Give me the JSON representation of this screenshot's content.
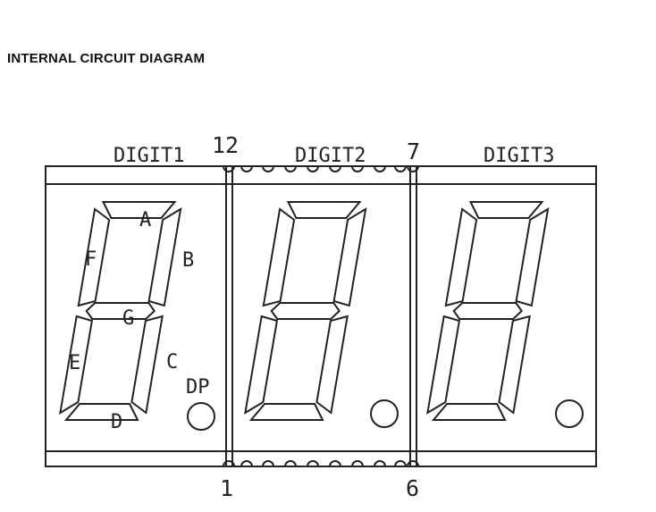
{
  "title": "INTERNAL CIRCUIT DIAGRAM",
  "digits": [
    {
      "label": "DIGIT1"
    },
    {
      "label": "DIGIT2"
    },
    {
      "label": "DIGIT3"
    }
  ],
  "segment_labels": {
    "a": "A",
    "b": "B",
    "c": "C",
    "d": "D",
    "e": "E",
    "f": "F",
    "g": "G",
    "dp": "DP"
  },
  "pins": {
    "top_left": "12",
    "top_right": "7",
    "bottom_left": "1",
    "bottom_right": "6"
  }
}
